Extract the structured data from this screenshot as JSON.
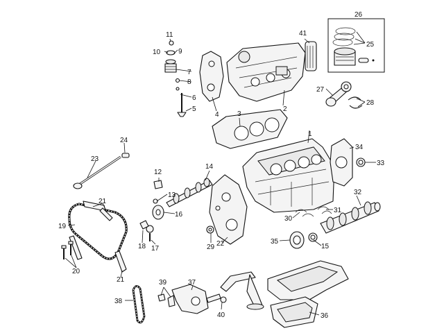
{
  "diagram": {
    "callouts": {
      "c1": "1",
      "c2": "2",
      "c3": "3",
      "c4": "4",
      "c5": "5",
      "c6": "6",
      "c7": "7",
      "c8": "8",
      "c9": "9",
      "c10": "10",
      "c11": "11",
      "c12": "12",
      "c13": "13",
      "c14": "14",
      "c15": "15",
      "c16": "16",
      "c17": "17",
      "c18": "18",
      "c19": "19",
      "c20": "20",
      "c21a": "21",
      "c21b": "21",
      "c22": "22",
      "c23": "23",
      "c24": "24",
      "c25": "25",
      "c26": "26",
      "c27": "27",
      "c28": "28",
      "c29": "29",
      "c30": "30",
      "c31": "31",
      "c32": "32",
      "c33": "33",
      "c34": "34",
      "c35": "35",
      "c36": "36",
      "c37": "37",
      "c38": "38",
      "c39": "39",
      "c40": "40",
      "c41": "41"
    }
  }
}
